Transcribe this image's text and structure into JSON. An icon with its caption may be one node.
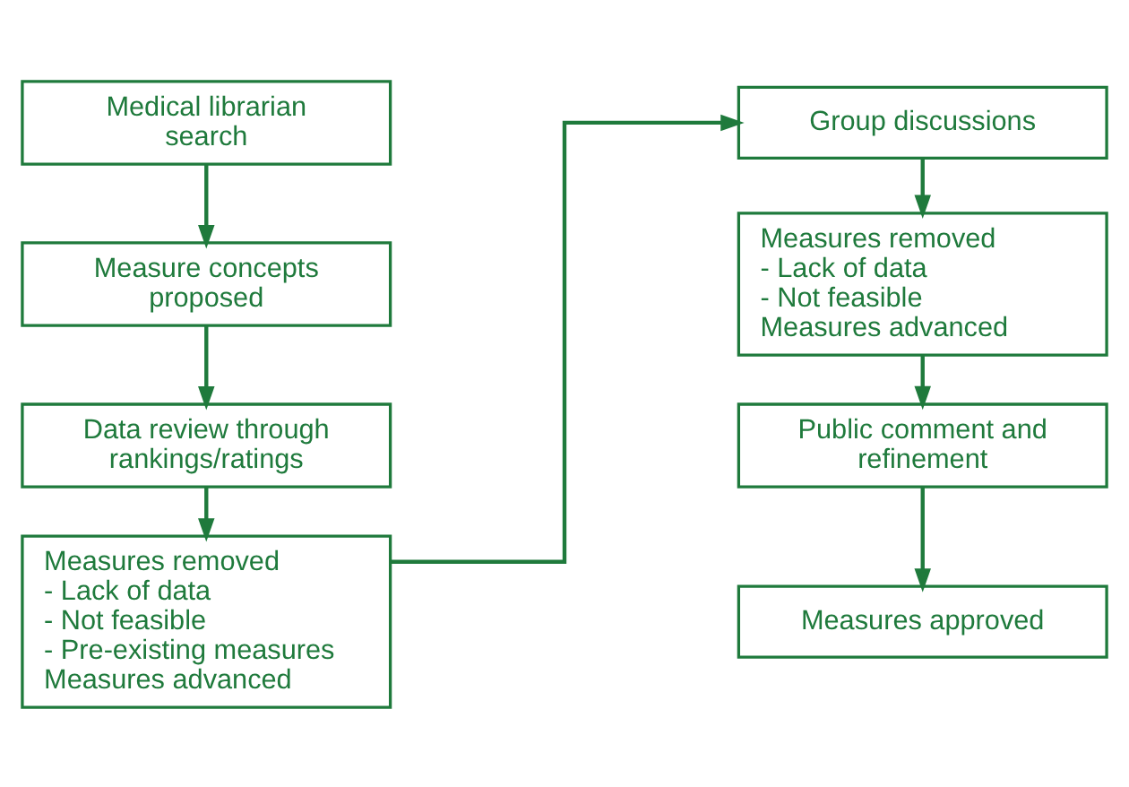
{
  "diagram": {
    "nodes": [
      {
        "text": [
          "Medical librarian search"
        ]
      },
      {
        "text": [
          "Measure concepts proposed"
        ]
      },
      {
        "text": [
          "Data review through rankings/ratings"
        ]
      },
      {
        "text": [
          "Measures removed",
          "- Lack of data",
          "- Not feasible",
          "- Pre-existing measures",
          "Measures advanced"
        ]
      },
      {
        "text": [
          "Group discussions"
        ]
      },
      {
        "text": [
          "Measures removed",
          "- Lack of data",
          "- Not feasible",
          "Measures advanced"
        ]
      },
      {
        "text": [
          "Public comment and refinement"
        ]
      },
      {
        "text": [
          "Measures approved"
        ]
      }
    ],
    "edges": [
      {
        "from": 0,
        "to": 1,
        "arrow": "to"
      },
      {
        "from": 1,
        "to": 2,
        "arrow": "to"
      },
      {
        "from": 2,
        "to": 3,
        "arrow": "to"
      },
      {
        "from": 3,
        "to": 4,
        "arrow": "to"
      },
      {
        "from": 4,
        "to": 5,
        "arrow": "to"
      },
      {
        "from": 5,
        "to": 6,
        "arrow": "to"
      },
      {
        "from": 6,
        "to": 7,
        "arrow": "to"
      }
    ]
  }
}
